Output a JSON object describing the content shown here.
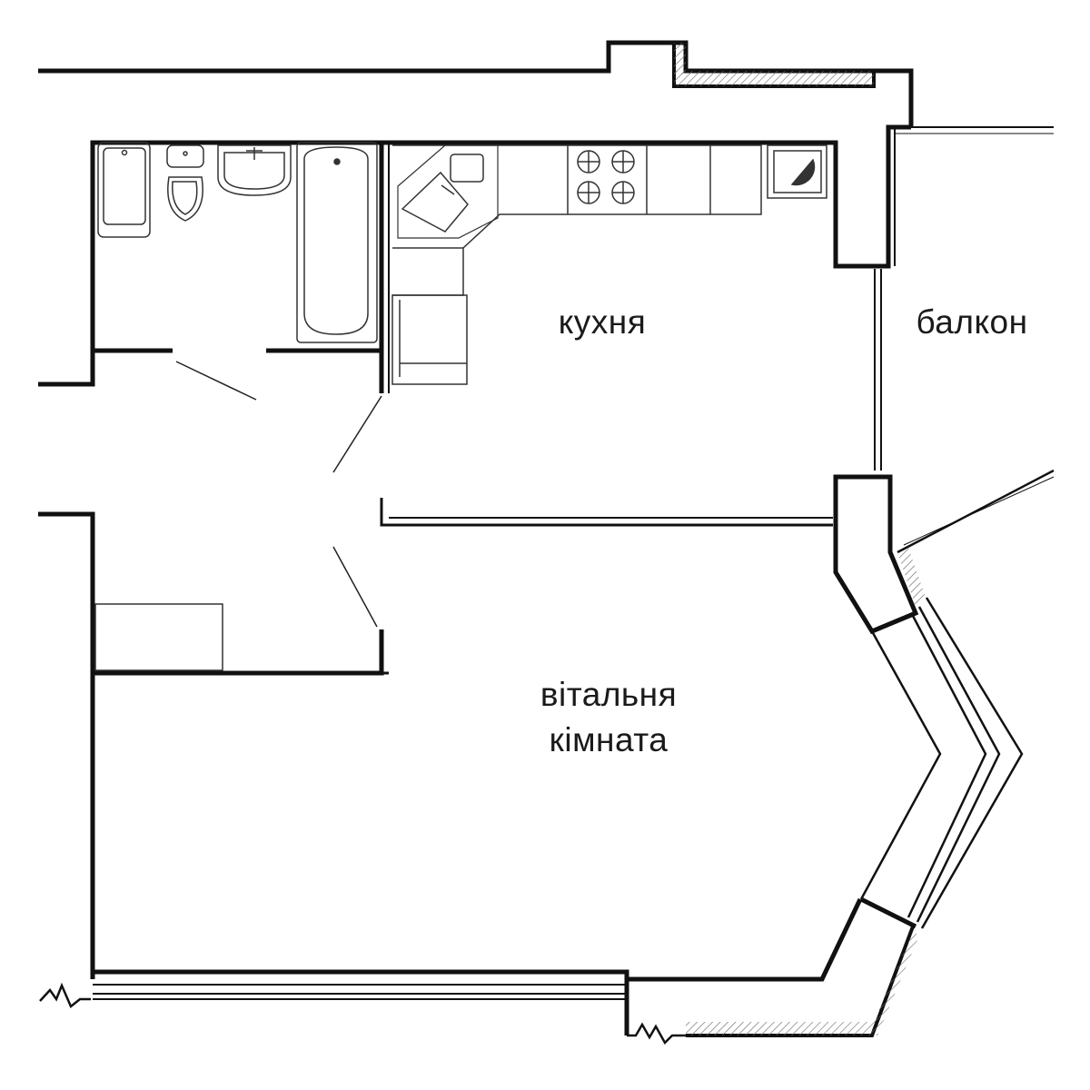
{
  "rooms": {
    "kitchen": "кухня",
    "balcony": "балкон",
    "living_line1": "вітальня",
    "living_line2": "кімната"
  },
  "colors": {
    "wall": "#111111",
    "hatch": "#555555",
    "fixture": "#333333",
    "background": "#ffffff"
  }
}
